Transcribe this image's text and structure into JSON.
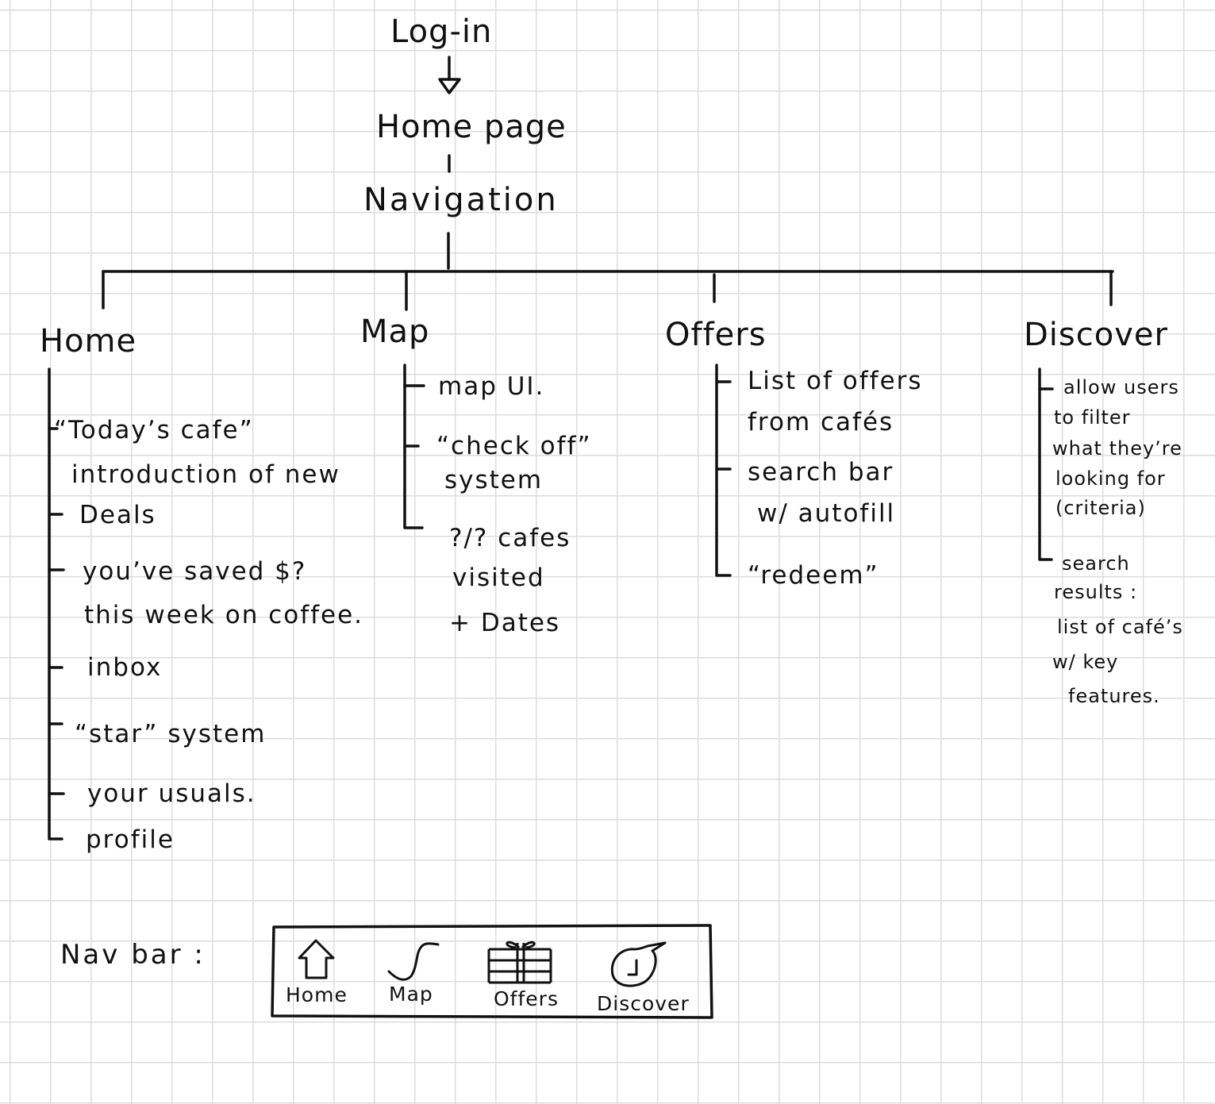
{
  "top": {
    "login": "Log-in",
    "home_page": "Home page",
    "navigation": "Navigation"
  },
  "branches": {
    "home": {
      "title": "Home",
      "items": [
        "“Today’s cafe”",
        "introduction of new",
        "Deals",
        "you’ve saved $?",
        "this week on coffee.",
        "inbox",
        "“star” system",
        "your usuals.",
        "profile"
      ]
    },
    "map": {
      "title": "Map",
      "items": [
        "map UI.",
        "“check off”",
        "system",
        "?/? cafes",
        "visited",
        "+ Dates"
      ]
    },
    "offers": {
      "title": "Offers",
      "items": [
        "List of offers",
        "from cafés",
        "search bar",
        "w/ autofill",
        "“redeem”"
      ]
    },
    "discover": {
      "title": "Discover",
      "items": [
        "allow users",
        "to filter",
        "what they’re",
        "looking for",
        "(criteria)",
        "search",
        "results :",
        "list of café’s",
        "w/ key",
        "features."
      ]
    }
  },
  "navbar": {
    "label": "Nav bar :",
    "tabs": [
      {
        "label": "Home",
        "icon": "home-icon"
      },
      {
        "label": "Map",
        "icon": "map-icon"
      },
      {
        "label": "Offers",
        "icon": "gift-icon"
      },
      {
        "label": "Discover",
        "icon": "compass-icon"
      }
    ]
  }
}
